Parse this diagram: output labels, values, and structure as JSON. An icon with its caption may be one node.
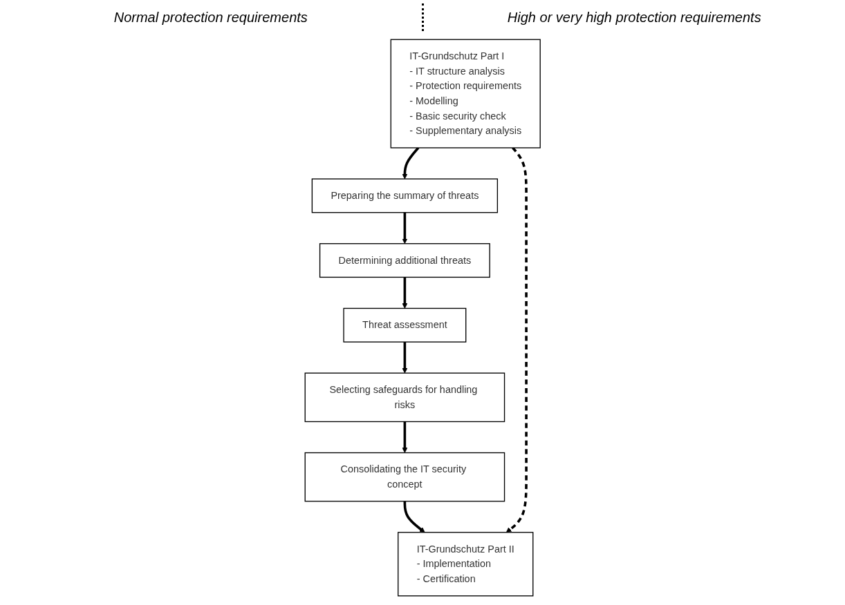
{
  "diagram": {
    "nodes": [
      {
        "text": [
          "IT-Grundschutz Part I",
          "- IT structure analysis",
          "- Protection requirements",
          "- Modelling",
          "- Basic security check",
          "- Supplementary analysis"
        ]
      },
      {
        "text": [
          "Preparing the summary of threats"
        ]
      },
      {
        "text": [
          "Determining additional threats"
        ]
      },
      {
        "text": [
          "Threat assessment"
        ]
      },
      {
        "text": [
          "Selecting safeguards for handling risks"
        ]
      },
      {
        "text": [
          "Consolidating the IT security concept"
        ]
      },
      {
        "text": [
          "IT-Grundschutz Part II",
          "- Implementation",
          "- Certification"
        ]
      }
    ],
    "edges": [
      {
        "from": 0,
        "to": 1,
        "arrow": "to"
      },
      {
        "from": 1,
        "to": 2,
        "arrow": "to"
      },
      {
        "from": 2,
        "to": 3,
        "arrow": "to"
      },
      {
        "from": 3,
        "to": 4,
        "arrow": "to"
      },
      {
        "from": 4,
        "to": 5,
        "arrow": "to"
      },
      {
        "from": 5,
        "to": 6,
        "arrow": "to"
      },
      {
        "from": 0,
        "to": 6,
        "arrow": "to",
        "style": "dashed"
      }
    ],
    "labels": [
      "Normal protection requirements",
      "High or very high protection requirements"
    ]
  }
}
